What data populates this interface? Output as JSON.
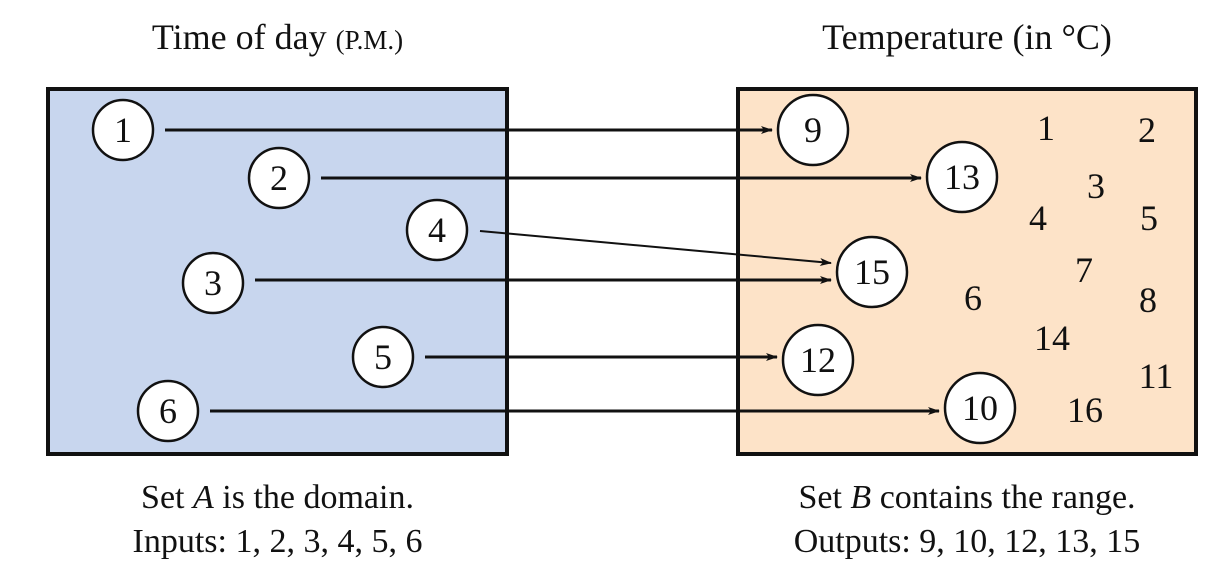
{
  "set_a": {
    "title": "Time of day",
    "title_unit": "(P.M.)",
    "caption_prefix": "Set ",
    "caption_var": "A",
    "caption_suffix": " is the domain.",
    "list_label": "Inputs: 1, 2, 3, 4, 5, 6",
    "fill_color": "#C8D6EE",
    "elements": [
      "1",
      "2",
      "3",
      "4",
      "5",
      "6"
    ]
  },
  "set_b": {
    "title": "Temperature (in °C)",
    "caption_prefix": "Set ",
    "caption_var": "B",
    "caption_suffix": " contains the range.",
    "list_label": "Outputs: 9, 10, 12, 13, 15",
    "fill_color": "#FDE3C8",
    "range_elements": [
      "9",
      "13",
      "15",
      "12",
      "10"
    ],
    "other_elements": [
      "1",
      "2",
      "3",
      "4",
      "5",
      "6",
      "7",
      "8",
      "11",
      "14",
      "16"
    ]
  },
  "mapping": [
    {
      "input": "1",
      "output": "9"
    },
    {
      "input": "2",
      "output": "13"
    },
    {
      "input": "3",
      "output": "15"
    },
    {
      "input": "4",
      "output": "15"
    },
    {
      "input": "5",
      "output": "12"
    },
    {
      "input": "6",
      "output": "10"
    }
  ]
}
